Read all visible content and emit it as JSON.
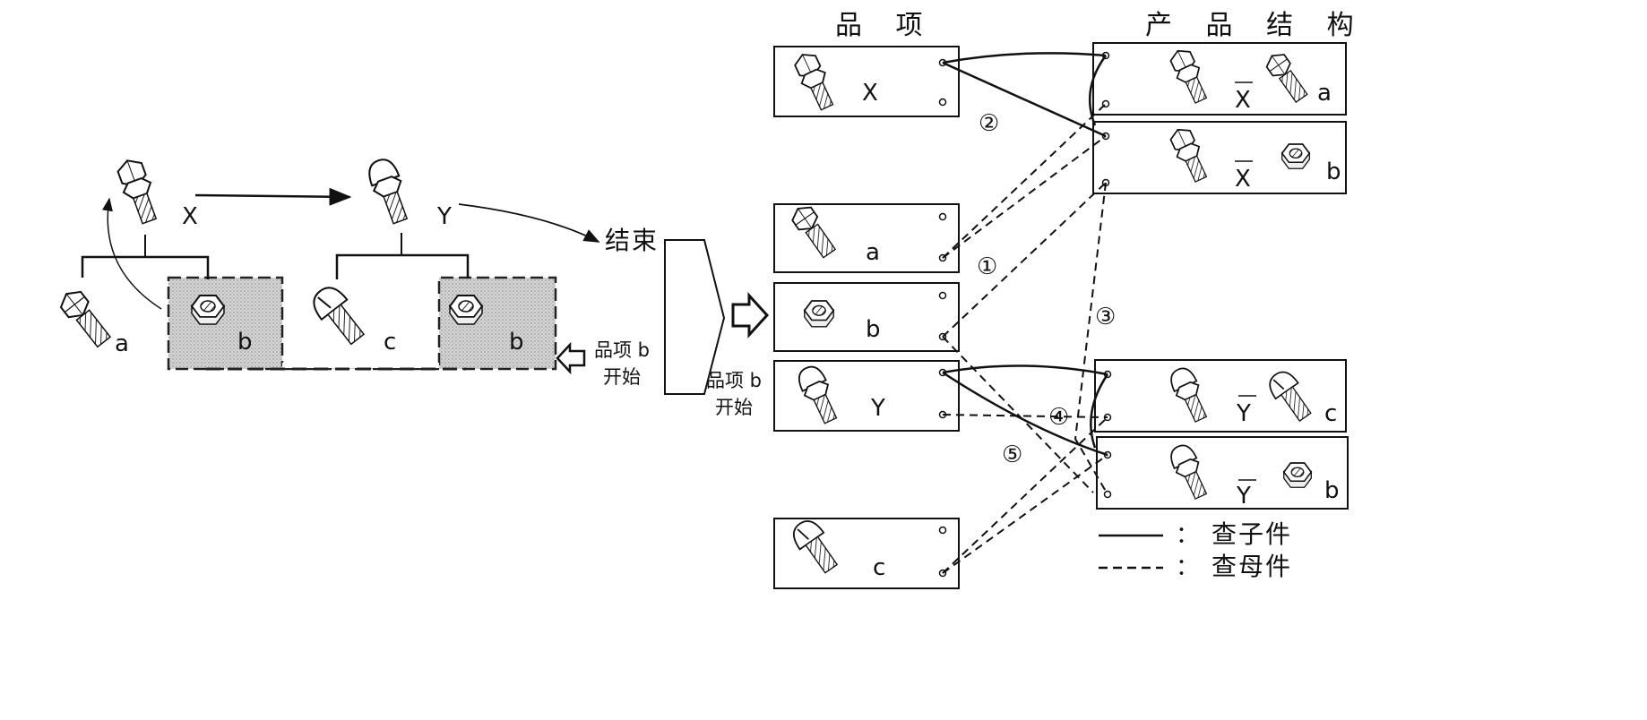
{
  "headers": {
    "items": "品 项",
    "structure": "产 品 结 构"
  },
  "left_tree": {
    "labels": {
      "x": "X",
      "y": "Y",
      "a": "a",
      "b1": "b",
      "c": "c",
      "b2": "b"
    },
    "end_label": "结束",
    "start_label_1": "品项 b",
    "start_label_2": "开始"
  },
  "middle": {
    "start_label_1": "品项 b",
    "start_label_2": "开始"
  },
  "item_records": [
    {
      "label": "X"
    },
    {
      "label": "a"
    },
    {
      "label": "b"
    },
    {
      "label": "Y"
    },
    {
      "label": "c"
    }
  ],
  "structure_records": [
    {
      "parent": "X",
      "child": "a"
    },
    {
      "parent": "X",
      "child": "b"
    },
    {
      "parent": "Y",
      "child": "c"
    },
    {
      "parent": "Y",
      "child": "b"
    }
  ],
  "step_markers": [
    "②",
    "①",
    "③",
    "④",
    "⑤"
  ],
  "legend": {
    "solid_colon": "：",
    "solid_text": "查子件",
    "dashed_colon": "：",
    "dashed_text": "查母件"
  },
  "colors": {
    "line": "#111111",
    "shade": "#c9c9c9",
    "paper": "#ffffff"
  }
}
